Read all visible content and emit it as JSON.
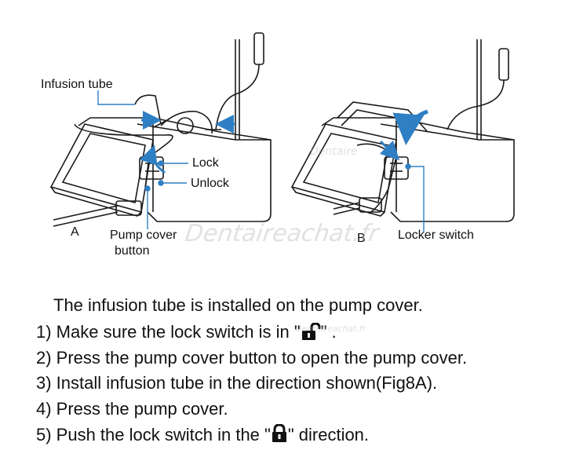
{
  "figure": {
    "labels": {
      "infusion_tube": "Infusion tube",
      "lock": "Lock",
      "unlock": "Unlock",
      "pump_cover_button_1": "Pump cover",
      "pump_cover_button_2": "button",
      "letter_a": "A",
      "letter_b": "B",
      "locker_switch": "Locker switch"
    },
    "watermarks": [
      "Dentaireachat.fr",
      "Dentaire",
      "Dentaireachat.fr"
    ]
  },
  "instructions": {
    "intro": "The infusion tube is installed on the pump cover.",
    "step1_pre": "1) Make sure the lock switch is in \"",
    "step1_post": "\" .",
    "step2": "2) Press the pump cover button to open the pump cover.",
    "step3": "3) Install infusion tube in the direction shown(Fig8A).",
    "step4": "4) Press the pump cover.",
    "step5_pre": "5) Push the lock switch in the \"",
    "step5_post": "\" direction.",
    "icons": {
      "step1": "unlocked-padlock-icon",
      "step5": "locked-padlock-icon"
    }
  },
  "colors": {
    "arrow_blue": "#2f7fc4",
    "line": "#1a1a1a"
  }
}
